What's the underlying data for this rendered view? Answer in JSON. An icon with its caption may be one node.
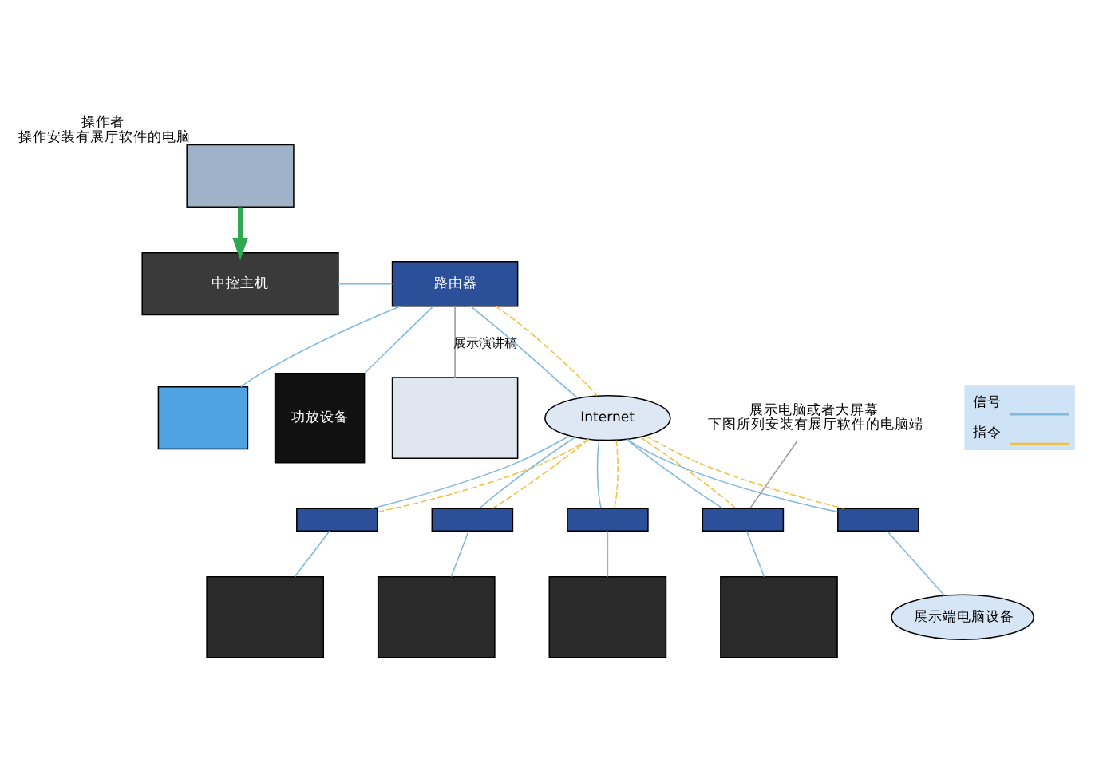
{
  "diagram": {
    "nodes": [
      {
        "text": [
          "中控主机"
        ]
      },
      {
        "text": [],
        "shape": "box"
      },
      {
        "text": [
          "功放设备"
        ]
      },
      {
        "text": [
          "路由器"
        ]
      },
      {
        "text": [],
        "shape": "box"
      },
      {
        "text": [],
        "shape": "box",
        "beside": [
          "操作者",
          "操作安装有展厅软件的电脑"
        ]
      },
      {
        "text": [
          "Internet"
        ]
      },
      {
        "text": [],
        "shape": "box"
      },
      {
        "text": [],
        "shape": "box"
      },
      {
        "text": [],
        "shape": "box"
      },
      {
        "text": [],
        "shape": "box"
      },
      {
        "text": [],
        "shape": "box"
      },
      {
        "text": [],
        "shape": "box"
      },
      {
        "text": [],
        "shape": "box"
      },
      {
        "text": [],
        "shape": "box"
      },
      {
        "text": [],
        "shape": "box"
      },
      {
        "text": [
          "展示端电脑设备"
        ]
      },
      {
        "text": [
          "展示电脑或者大屏幕",
          "下图所列安装有展厅软件的电脑端"
        ]
      }
    ],
    "edges": [
      {
        "from": 5,
        "to": 0,
        "arrow": "to",
        "style": "thick",
        "color": "#2fa84f"
      },
      {
        "from": 0,
        "to": 3,
        "arrow": "none"
      },
      {
        "from": 1,
        "to": 3,
        "arrow": "none"
      },
      {
        "from": 2,
        "to": 3,
        "arrow": "none"
      },
      {
        "from": 3,
        "to": 4,
        "arrow": "none",
        "label": "展示演讲稿",
        "color": "#999999"
      },
      {
        "from": 3,
        "to": 6,
        "arrow": "none"
      },
      {
        "from": 3,
        "to": 6,
        "arrow": "none",
        "style": "dashed",
        "color": "#f0c040"
      },
      {
        "from": 6,
        "to": 7,
        "arrow": "none"
      },
      {
        "from": 6,
        "to": 7,
        "arrow": "none",
        "style": "dashed",
        "color": "#f0c040"
      },
      {
        "from": 6,
        "to": 8,
        "arrow": "none"
      },
      {
        "from": 6,
        "to": 8,
        "arrow": "none",
        "style": "dashed",
        "color": "#f0c040"
      },
      {
        "from": 6,
        "to": 9,
        "arrow": "none"
      },
      {
        "from": 6,
        "to": 9,
        "arrow": "none",
        "style": "dashed",
        "color": "#f0c040"
      },
      {
        "from": 6,
        "to": 10,
        "arrow": "none"
      },
      {
        "from": 6,
        "to": 10,
        "arrow": "none",
        "style": "dashed",
        "color": "#f0c040"
      },
      {
        "from": 6,
        "to": 11,
        "arrow": "none"
      },
      {
        "from": 6,
        "to": 11,
        "arrow": "none",
        "style": "dashed",
        "color": "#f0c040"
      },
      {
        "from": 7,
        "to": 12,
        "arrow": "none"
      },
      {
        "from": 8,
        "to": 13,
        "arrow": "none"
      },
      {
        "from": 9,
        "to": 14,
        "arrow": "none"
      },
      {
        "from": 10,
        "to": 15,
        "arrow": "none"
      },
      {
        "from": 11,
        "to": 16,
        "arrow": "none"
      },
      {
        "from": 17,
        "to": 10,
        "arrow": "none",
        "color": "#999999"
      }
    ],
    "legend": [
      {
        "text": "信号"
      },
      {
        "text": "指令"
      }
    ]
  }
}
